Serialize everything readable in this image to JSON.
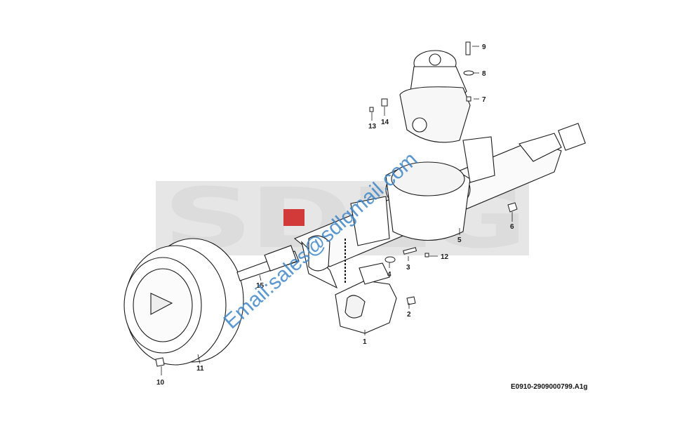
{
  "diagram": {
    "drawing_code": "E0910-2909000799.A1g",
    "watermark_logo": "SDLG",
    "watermark_email": "Email:sales@sdlgmail.com",
    "callouts": [
      "1",
      "2",
      "3",
      "4",
      "5",
      "6",
      "7",
      "8",
      "9",
      "10",
      "11",
      "12",
      "13",
      "14",
      "15"
    ],
    "colors": {
      "line": "#1a1a1a",
      "watermark_gray": "#dcdcdc",
      "watermark_red": "#d23a3a",
      "email_blue": "#3f86c8"
    }
  }
}
